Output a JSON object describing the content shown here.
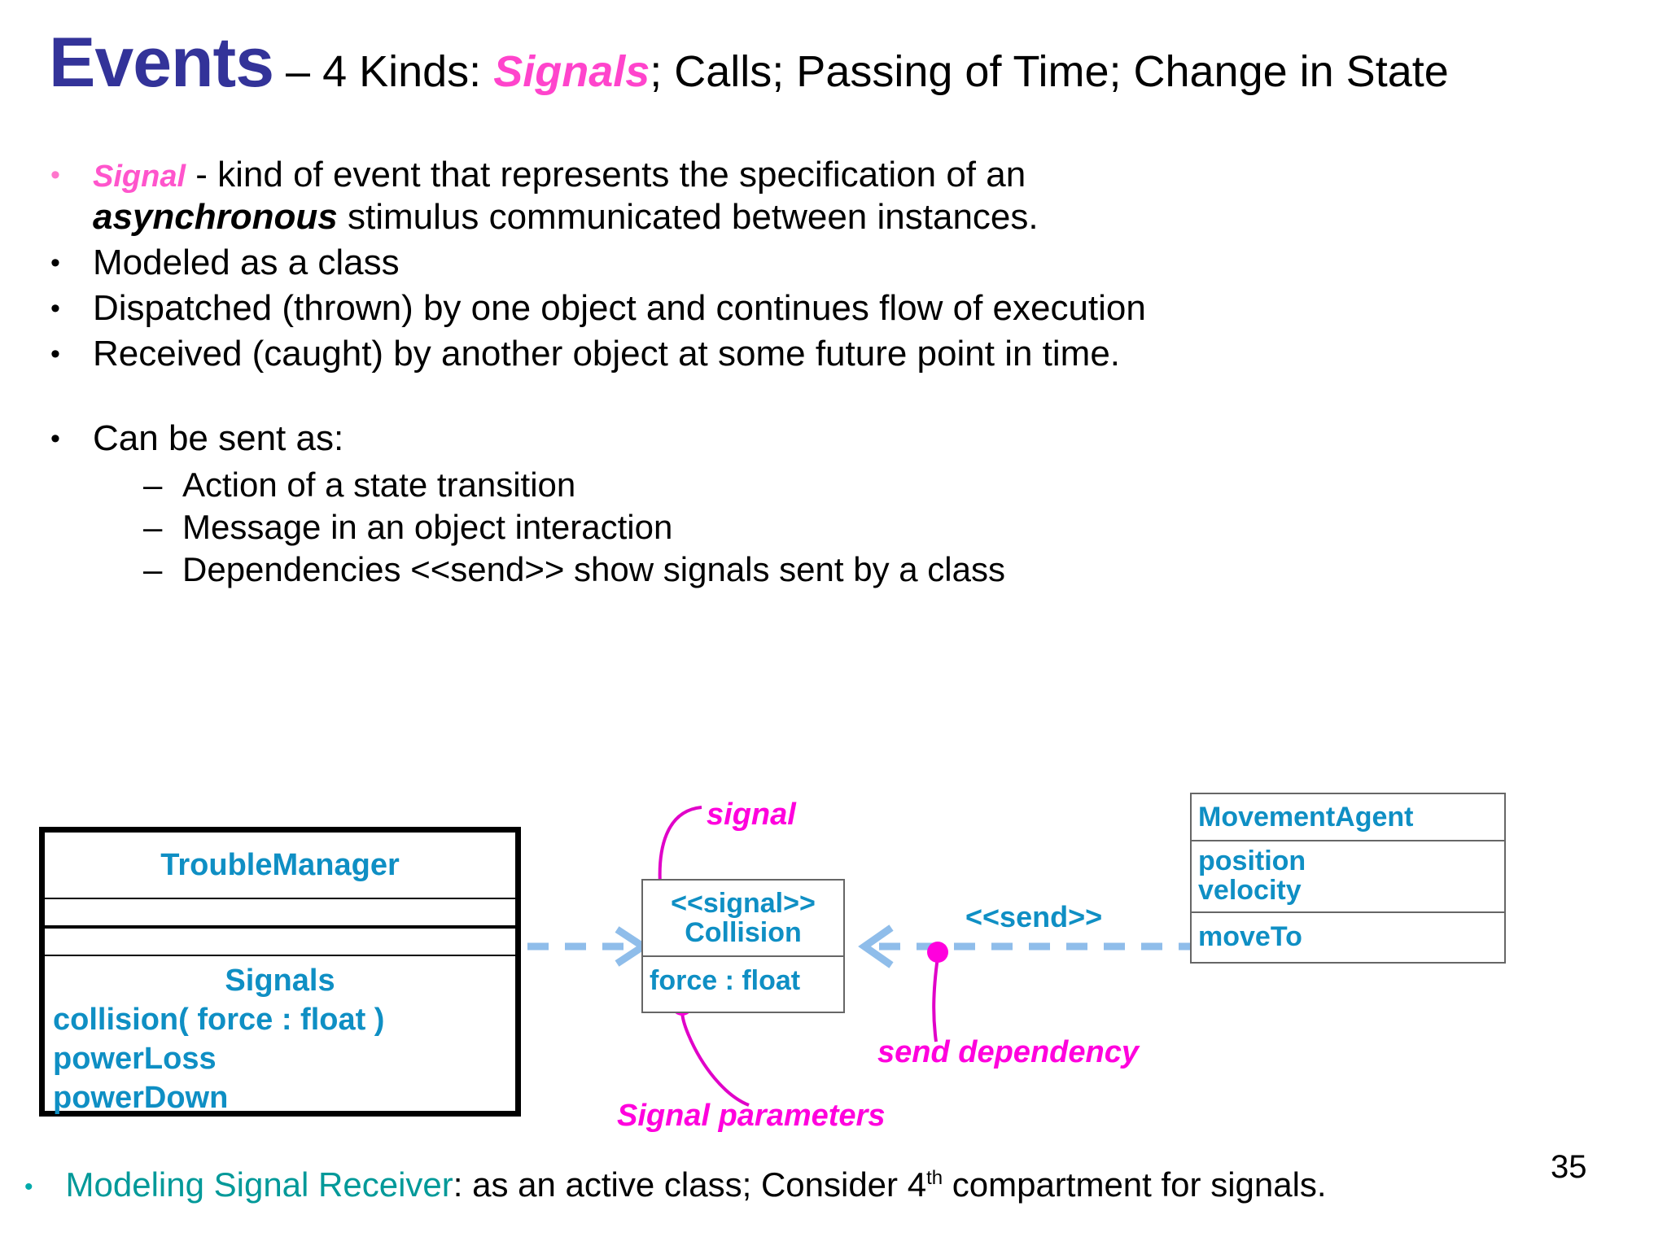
{
  "slide": {
    "title": {
      "main": "Events",
      "separator": " – 4 Kinds: ",
      "highlight": "Signals",
      "rest": "; Calls; Passing of Time; Change in State"
    },
    "page_number": "35"
  },
  "body": {
    "bullets": [
      {
        "bullet_glyph": "•",
        "bullet_color": "#FF77CC",
        "emph": "Signal",
        "text_part1": " - kind of event that represents the specification of an ",
        "emph2": "asynchronous",
        "text_part2": " stimulus communicated between instances."
      },
      {
        "bullet_glyph": "•",
        "bullet_color": "#000000",
        "text": "Modeled as a class"
      },
      {
        "bullet_glyph": "•",
        "bullet_color": "#000000",
        "text": "Dispatched (thrown) by one object and continues flow of execution"
      },
      {
        "bullet_glyph": "•",
        "bullet_color": "#000000",
        "text": "Received (caught) by another object at some future point in time."
      },
      {
        "bullet_glyph": "•",
        "bullet_color": "#000000",
        "text": "Can be sent as:"
      }
    ],
    "sub_bullets": [
      {
        "dash": "–",
        "text": "Action of a state transition"
      },
      {
        "dash": "–",
        "text": "Message in an object interaction"
      },
      {
        "dash": "–",
        "text": "Dependencies <<send>> show signals sent by a class"
      }
    ]
  },
  "diagram": {
    "trouble_manager": {
      "name": "TroubleManager",
      "attributes": "",
      "operations": "",
      "signals_title": "Signals",
      "signals": [
        "collision( force : float )",
        "powerLoss",
        "powerDown"
      ]
    },
    "collision_signal": {
      "stereotype": "<<signal>>",
      "name": "Collision",
      "attributes": [
        "force : float"
      ]
    },
    "movement_agent": {
      "name": "MovementAgent",
      "attributes": [
        "position",
        "velocity"
      ],
      "operations": [
        "moveTo"
      ]
    },
    "send_stereotype": "<<send>>",
    "annotations": {
      "signal": "signal",
      "send_dependency": "send dependency",
      "signal_parameters": "Signal parameters"
    },
    "colors": {
      "class_text": "#0f8fc4",
      "annotation": "#FF00DD",
      "dependency_arrow": "#8FBDEA",
      "box_border": "#666666",
      "active_class_border": "#000000"
    }
  },
  "footer": {
    "bullet_glyph": "•",
    "highlight": "Modeling Signal Receiver",
    "text_part1": ": as an active class; Consider 4",
    "superscript": "th",
    "text_part2": "  compartment for signals."
  }
}
